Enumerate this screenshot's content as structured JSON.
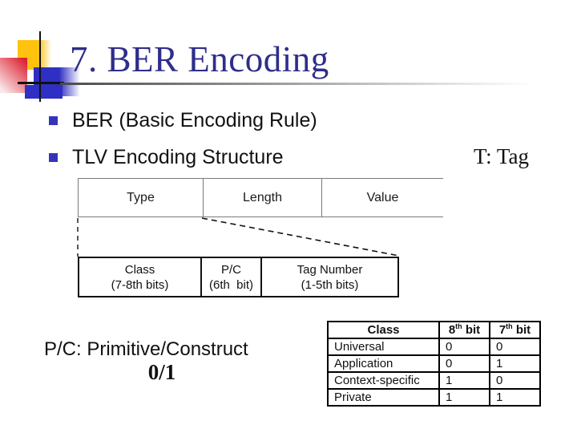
{
  "slide": {
    "title": "7. BER Encoding"
  },
  "bullets": [
    {
      "label": "BER (Basic Encoding Rule)"
    },
    {
      "label": "TLV Encoding Structure"
    }
  ],
  "tlv": {
    "cells": [
      {
        "label": "Type"
      },
      {
        "label": "Length"
      },
      {
        "label": "Value"
      }
    ]
  },
  "breakdown": {
    "cells": [
      {
        "line1": "Class",
        "line2": "(7-8th bits)"
      },
      {
        "line1": "P/C",
        "line2": "(6th  bit)"
      },
      {
        "line1": "Tag Number",
        "line2": "(1-5th bits)"
      }
    ]
  },
  "class_table": {
    "header": {
      "class": "Class",
      "bit8": {
        "num": "8",
        "sup": "th",
        "rest": " bit"
      },
      "bit7": {
        "num": "7",
        "sup": "th",
        "rest": " bit"
      }
    },
    "rows": [
      {
        "name": "Universal",
        "bit8": "0",
        "bit7": "0"
      },
      {
        "name": "Application",
        "bit8": "0",
        "bit7": "1"
      },
      {
        "name": "Context-specific",
        "bit8": "1",
        "bit7": "0"
      },
      {
        "name": "Private",
        "bit8": "1",
        "bit7": "1"
      }
    ]
  },
  "annotations": {
    "tag": "T: Tag",
    "pc_label": "P/C: Primitive/Construct",
    "pc_value": "0/1"
  },
  "colors": {
    "title": "#2e2e8b",
    "bullet_square": "#3434bb",
    "accent_yellow": "#ffc20e",
    "accent_blue": "#2f2fc4",
    "accent_red": "#dd2233"
  }
}
